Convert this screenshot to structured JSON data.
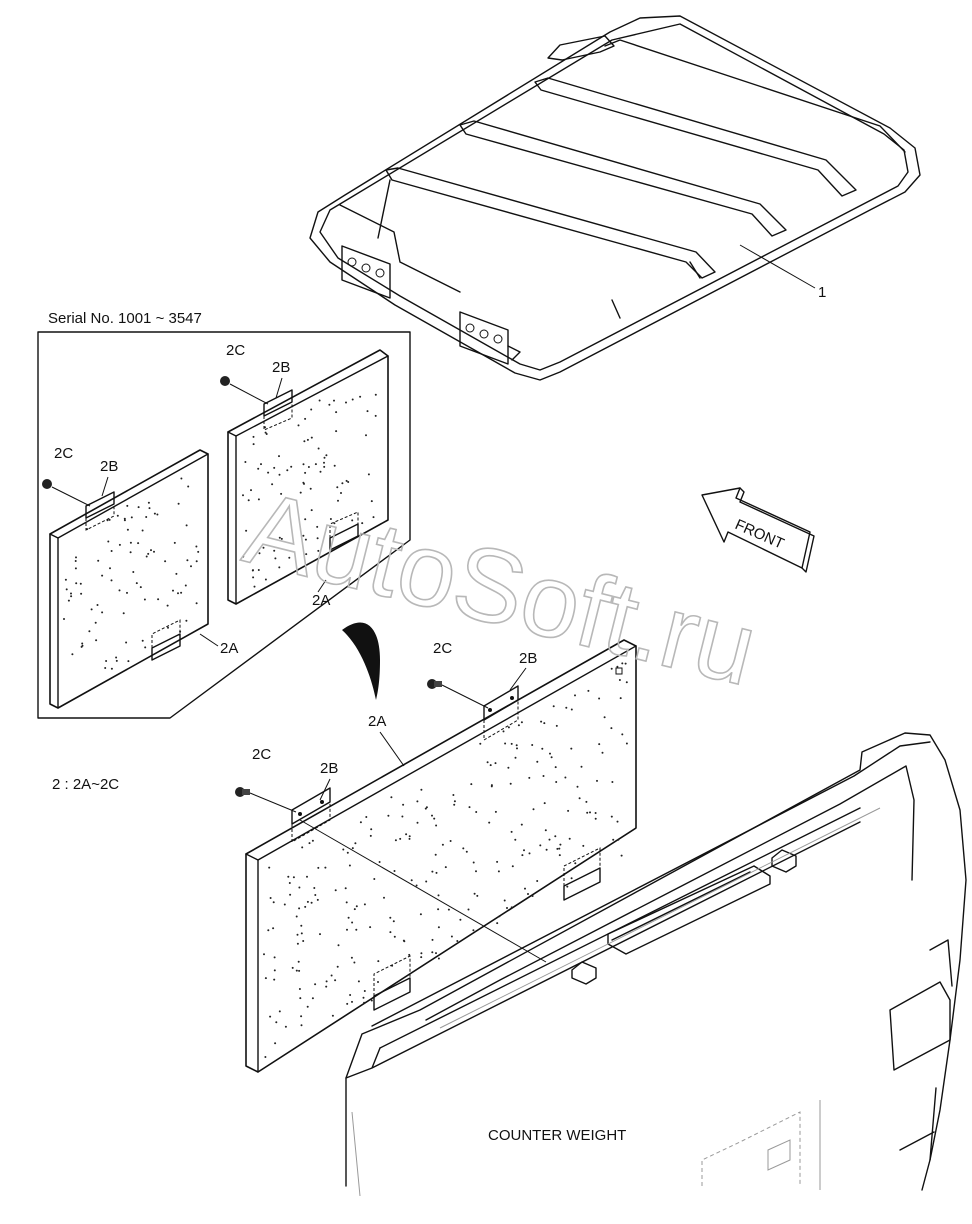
{
  "inset": {
    "title": "Serial No. 1001 ~ 3547"
  },
  "legend": {
    "text": "2 : 2A~2C"
  },
  "callouts": {
    "cover": "1",
    "inset_bolt_upper": "2C",
    "inset_hinge_upper": "2B",
    "inset_panel_upper": "2A",
    "inset_bolt_lower": "2C",
    "inset_hinge_lower": "2B",
    "inset_panel_lower": "2A",
    "main_bolt_right": "2C",
    "main_hinge_right": "2B",
    "main_panel": "2A",
    "main_bolt_left": "2C",
    "main_hinge_left": "2B"
  },
  "arrow": {
    "label": "FRONT"
  },
  "counterweight": {
    "label": "COUNTER WEIGHT"
  },
  "watermark": {
    "text": "AutoSoft.ru"
  }
}
